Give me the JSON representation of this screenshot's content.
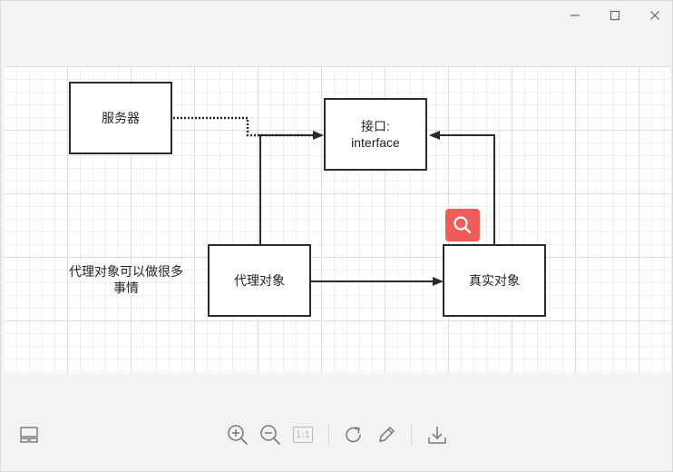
{
  "window": {
    "controls": {
      "minimize_icon": "minimize-icon",
      "maximize_icon": "maximize-icon",
      "close_icon": "close-icon"
    }
  },
  "diagram": {
    "nodes": {
      "server": "服务器",
      "interface_line1": "接口:",
      "interface_line2": "interface",
      "proxy": "代理对象",
      "real": "真实对象"
    },
    "note": {
      "line1": "代理对象可以做很多",
      "line2": "事情"
    },
    "overlay_icon": "search-icon"
  },
  "toolbar": {
    "layout_icon": "layout-icon",
    "zoom_in_icon": "zoom-in-icon",
    "zoom_out_icon": "zoom-out-icon",
    "actual_size_label": "1:1",
    "rotate_icon": "rotate-icon",
    "edit_icon": "pencil-icon",
    "download_icon": "download-icon"
  },
  "colors": {
    "badge": "#ef5c5c",
    "stroke": "#2b2b2b",
    "icon": "#777777",
    "disabled": "#b8b8b8"
  }
}
